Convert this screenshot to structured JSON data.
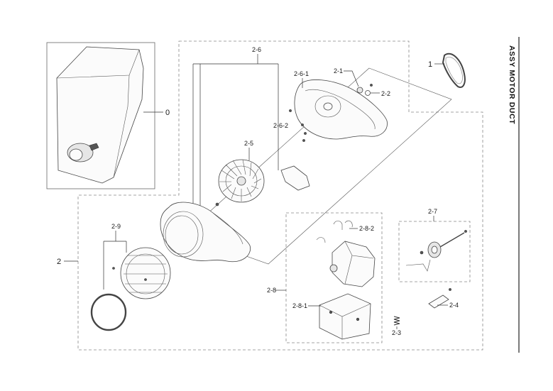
{
  "title": "ASSY MOTOR DUCT",
  "labels": {
    "l0": "0",
    "l1": "1",
    "l2": "2",
    "l2_1": "2-1",
    "l2_2": "2-2",
    "l2_3": "2-3",
    "l2_4": "2-4",
    "l2_5": "2-5",
    "l2_6": "2-6",
    "l2_6_1": "2-6-1",
    "l2_6_2": "2-6-2",
    "l2_7": "2-7",
    "l2_8": "2-8",
    "l2_8_1": "2-8-1",
    "l2_8_2": "2-8-2",
    "l2_9": "2-9"
  }
}
